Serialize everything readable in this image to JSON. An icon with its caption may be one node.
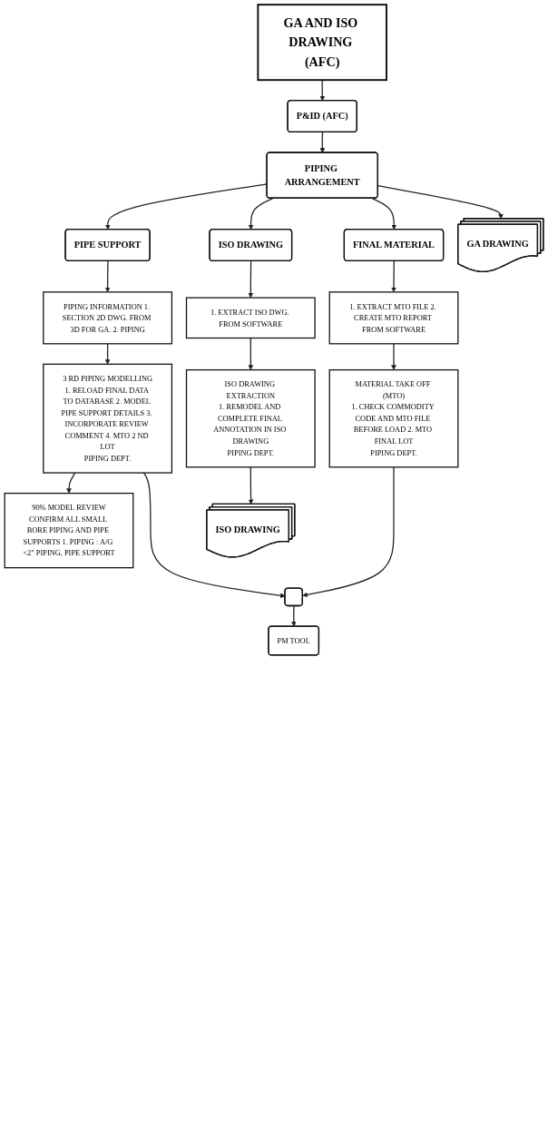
{
  "diagram": {
    "nodes": [
      {
        "text": [
          "GA AND ISO DRAWING (AFC)"
        ]
      },
      {
        "text": [
          "P&ID (AFC)"
        ]
      },
      {
        "text": [
          "PIPING ARRANGEMENT"
        ]
      },
      {
        "text": [
          "PIPE SUPPORT"
        ]
      },
      {
        "text": [
          "ISO DRAWING"
        ]
      },
      {
        "text": [
          "FINAL MATERIAL"
        ]
      },
      {
        "text": [
          "PIPING INFORMATION 1. SECTION 2D DWG. FROM 3D FOR GA. 2. PIPING"
        ]
      },
      {
        "text": [
          "1. EXTRACT ISO DWG. FROM SOFTWARE"
        ]
      },
      {
        "text": [
          "1. EXTRACT MTO FILE 2. CREATE MTO REPORT FROM SOFTWARE"
        ]
      },
      {
        "text": [
          "3 RD PIPING MODELLING",
          "1. RELOAD FINAL DATA TO DATABASE 2. MODEL PIPE SUPPORT DETAILS 3. INCORPORATE REVIEW COMMENT 4. MTO 2 ND LOT",
          "PIPING DEPT."
        ]
      },
      {
        "text": [
          "ISO DRAWING EXTRACTION",
          "1. REMODEL AND COMPLETE FINAL ANNOTATION IN ISO DRAWING",
          "PIPING DEPT."
        ]
      },
      {
        "text": [
          "MATERIAL TAKE OFF (MTO)",
          "1. CHECK COMMODITY CODE AND MTO FILE BEFORE LOAD 2. MTO FINAL LOT",
          "PIPING DEPT."
        ]
      },
      {
        "text": [
          "90% MODEL REVIEW",
          "CONFIRM ALL SMALL BORE PIPING AND PIPE SUPPORTS 1. PIPING : A/G <2\" PIPING, PIPE SUPPORT"
        ]
      },
      {
        "text": [
          "ISO DRAWING"
        ]
      },
      {
        "text": [],
        "shape": "box"
      },
      {
        "text": [
          "PM TOOL"
        ]
      },
      {
        "text": [
          "GA DRAWING"
        ]
      }
    ],
    "edges": [
      {
        "from": 0,
        "to": 1,
        "arrow": "to"
      },
      {
        "from": 1,
        "to": 2,
        "arrow": "to"
      },
      {
        "from": 2,
        "to": 3,
        "arrow": "to"
      },
      {
        "from": 2,
        "to": 4,
        "arrow": "to"
      },
      {
        "from": 2,
        "to": 5,
        "arrow": "to"
      },
      {
        "from": 2,
        "to": 16,
        "arrow": "to"
      },
      {
        "from": 3,
        "to": 6,
        "arrow": "to"
      },
      {
        "from": 4,
        "to": 7,
        "arrow": "to"
      },
      {
        "from": 5,
        "to": 8,
        "arrow": "to"
      },
      {
        "from": 6,
        "to": 9,
        "arrow": "to"
      },
      {
        "from": 7,
        "to": 10,
        "arrow": "to"
      },
      {
        "from": 8,
        "to": 11,
        "arrow": "to"
      },
      {
        "from": 9,
        "to": 12,
        "arrow": "to"
      },
      {
        "from": 9,
        "to": 14,
        "arrow": "to"
      },
      {
        "from": 10,
        "to": 13,
        "arrow": "to"
      },
      {
        "from": 11,
        "to": 14,
        "arrow": "to"
      },
      {
        "from": 14,
        "to": 15,
        "arrow": "to"
      }
    ]
  }
}
